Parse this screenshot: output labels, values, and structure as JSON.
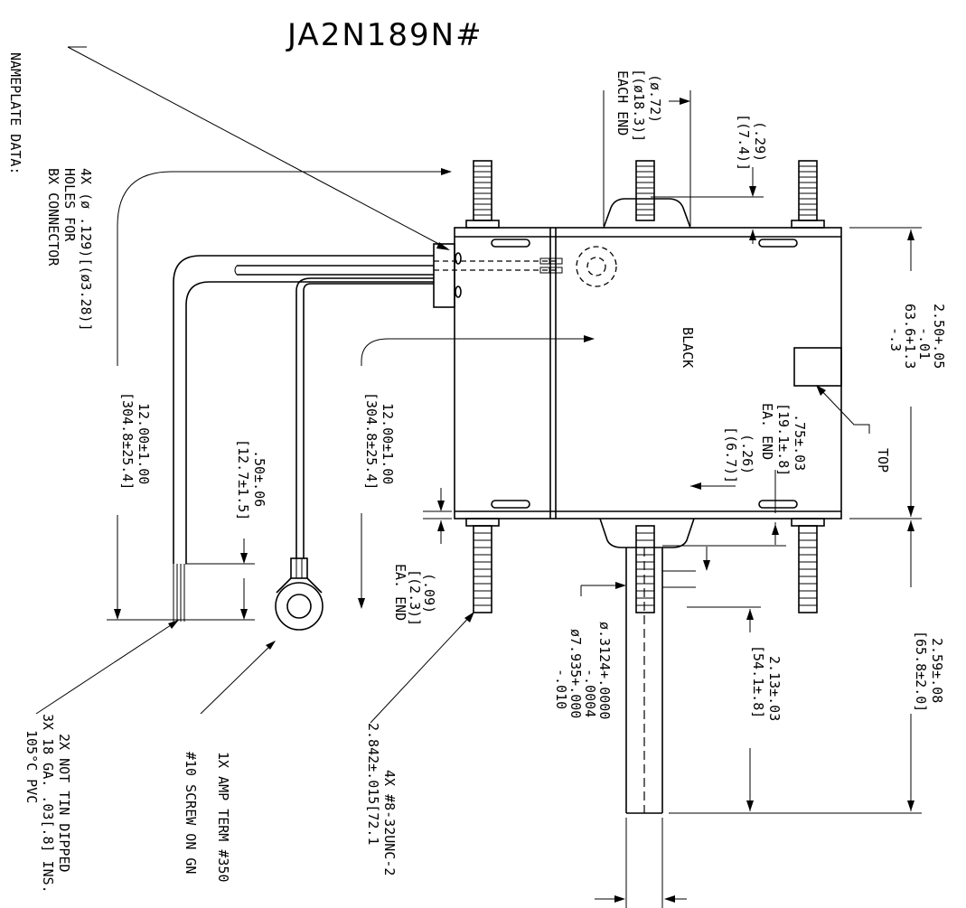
{
  "title": "JA2N189N#",
  "notes": {
    "nameplate": "NAMEPLATE DATA:",
    "holes_l1": "4X (ø .129)[(ø3.28)]",
    "holes_l2": "HOLES FOR",
    "holes_l3": "BX CONNECTOR",
    "tab_l1": "(ø.72)",
    "tab_l2": "[(ø18.3)]",
    "tab_l3": "EACH END",
    "lug_l1": "(.29)",
    "lug_l2": "[(7.4)]",
    "width_l1": "2.50+.05",
    "width_l1b": "-.01",
    "width_l2": "63.6+1.3",
    "width_l2b": "-.3",
    "color": "BLACK",
    "top": "TOP",
    "lead1_l1": "12.00±1.00",
    "lead1_l2": "[304.8±25.4]",
    "lead2_l1": "12.00±1.00",
    "lead2_l2": "[304.8±25.4]",
    "strip_l1": ".50±.06",
    "strip_l2": "[12.7±1.5]",
    "ea_l1": ".75±.03",
    "ea_l2": "[19.1±.8]",
    "ea_l3": "EA. END",
    "ea2_l1": "(.26)",
    "ea2_l2": "[(6.7)]",
    "gap_l1": "(.09)",
    "gap_l2": "[(2.3)]",
    "gap_l3": "EA. END",
    "shaft_l1": "ø.3124+.0000",
    "shaft_l1b": "-.0004",
    "shaft_l2": "ø7.935+.000",
    "shaft_l2b": "-.010",
    "ext_l1": "2.13±.03",
    "ext_l2": "[54.1±.8]",
    "overall_l1": "2.59±.08",
    "overall_l2": "[65.8±2.0]",
    "wire_l1": "2X NOT TIN DIPPED",
    "wire_l2": "3X 18 GA. .03[.8] INS.",
    "wire_l3": "105°C PVC",
    "term_l1": "1X AMP TERM #350",
    "term_l2": "#10 SCREW ON GN",
    "stud_l1": "4X #8-32UNC-2",
    "stud_l2": "2.842±.015[72.1"
  }
}
